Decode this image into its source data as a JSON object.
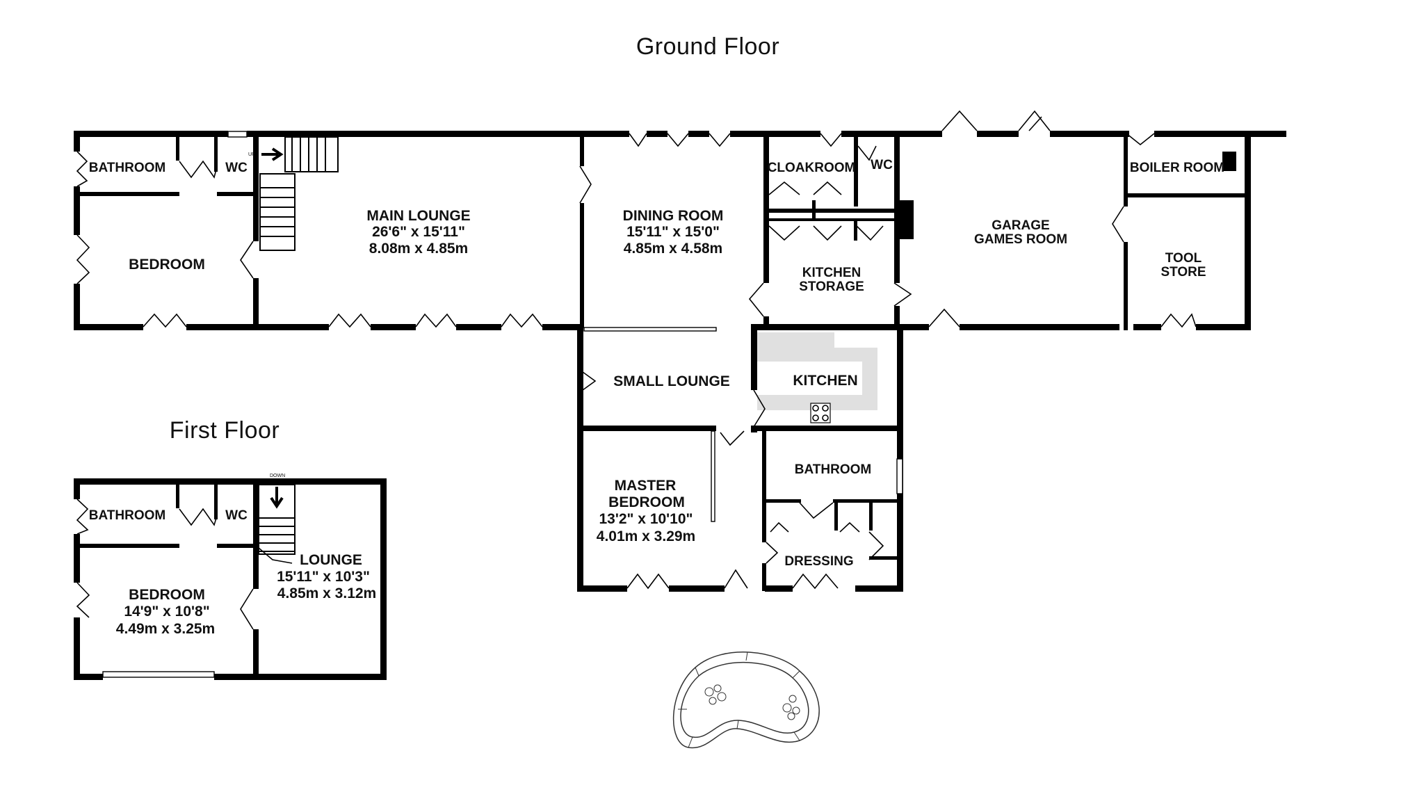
{
  "floors": {
    "ground": {
      "title": "Ground Floor",
      "rooms": {
        "bathroom": "BATHROOM",
        "wc": "WC",
        "bedroom": "BEDROOM",
        "main_lounge": {
          "name": "MAIN LOUNGE",
          "imperial": "26'6\"  x 15'11\"",
          "metric": "8.08m  x 4.85m"
        },
        "dining_room": {
          "name": "DINING ROOM",
          "imperial": "15'11\"  x 15'0\"",
          "metric": "4.85m  x 4.58m"
        },
        "cloakroom": "CLOAKROOM",
        "wc2": "WC",
        "kitchen_storage": [
          "KITCHEN",
          "STORAGE"
        ],
        "garage_games_room": [
          "GARAGE",
          "GAMES ROOM"
        ],
        "boiler_room": "BOILER ROOM",
        "tool_store": [
          "TOOL",
          "STORE"
        ],
        "small_lounge": "SMALL LOUNGE",
        "kitchen": "KITCHEN",
        "master_bedroom": {
          "name": [
            "MASTER",
            "BEDROOM"
          ],
          "imperial": "13'2\"  x 10'10\"",
          "metric": "4.01m  x 3.29m"
        },
        "bathroom2": "BATHROOM",
        "dressing": "DRESSING"
      },
      "stairs_label": "UP"
    },
    "first": {
      "title": "First Floor",
      "rooms": {
        "bathroom": "BATHROOM",
        "wc": "WC",
        "bedroom": {
          "name": "BEDROOM",
          "imperial": "14'9\"  x 10'8\"",
          "metric": "4.49m  x 3.25m"
        },
        "lounge": {
          "name": "LOUNGE",
          "imperial": "15'11\"  x 10'3\"",
          "metric": "4.85m  x 3.12m"
        }
      },
      "stairs_label": "DOWN"
    }
  },
  "colors": {
    "wall": "#000000",
    "kitchen_counter": "#e0e0e0",
    "background": "#ffffff"
  }
}
